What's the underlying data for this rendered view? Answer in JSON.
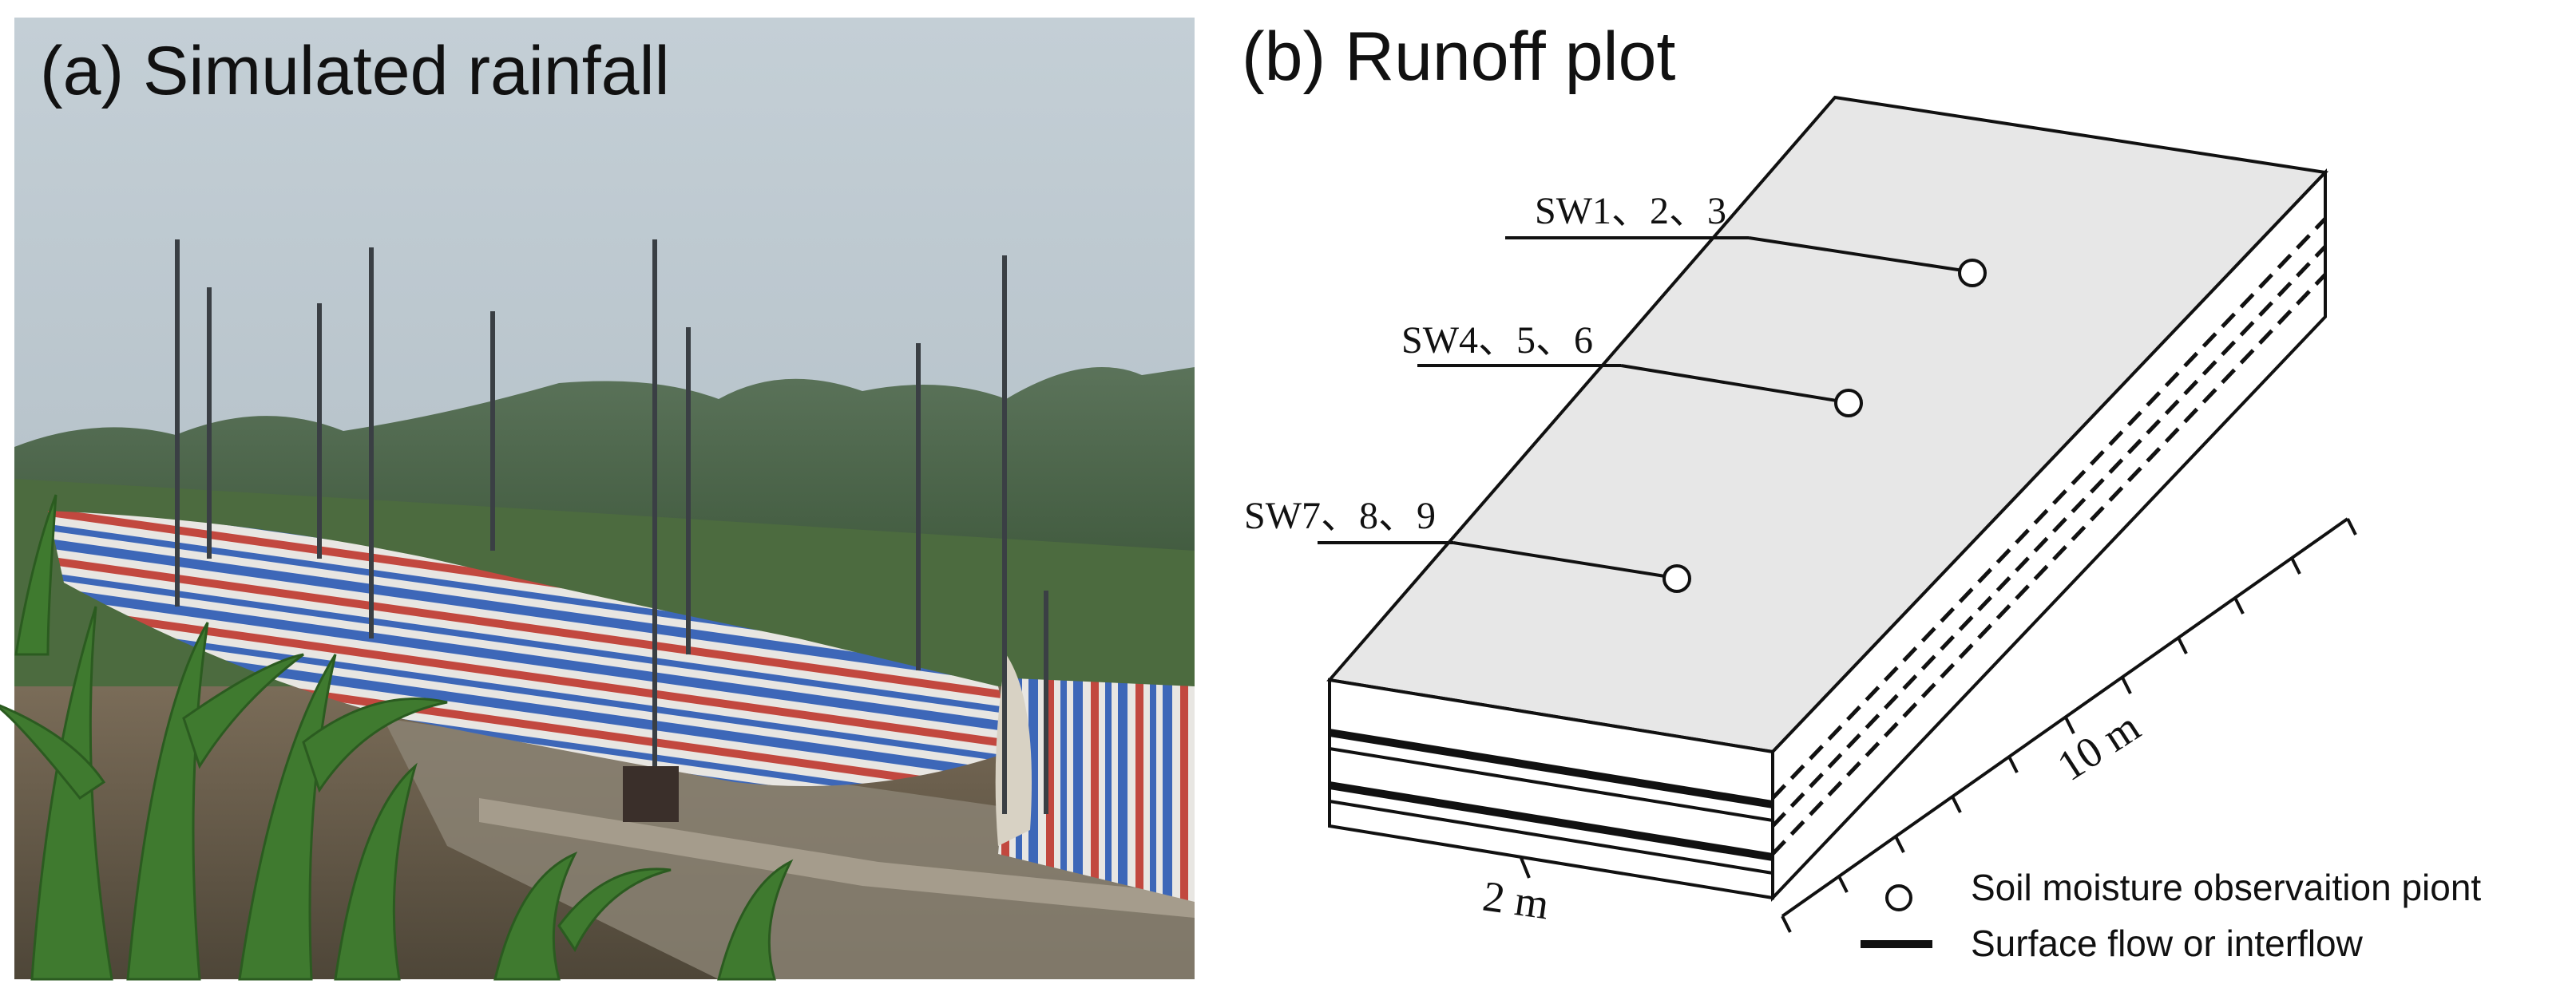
{
  "panel_a": {
    "title": "(a) Simulated rainfall"
  },
  "panel_b": {
    "title": "(b) Runoff plot",
    "observation_labels": [
      "SW1、2、3",
      "SW4、5、6",
      "SW7、8、9"
    ],
    "width_label": "2 m",
    "length_label": "10 m",
    "legend": {
      "point_label": "Soil moisture observaition piont",
      "line_label": "Surface flow or interflow"
    }
  },
  "colors": {
    "sky": "#b7c3cb",
    "vegetation": "#3c5b36",
    "tarp_blue": "#3d67b8",
    "tarp_red": "#c2483f",
    "plot_top": "#e7e7e7"
  }
}
